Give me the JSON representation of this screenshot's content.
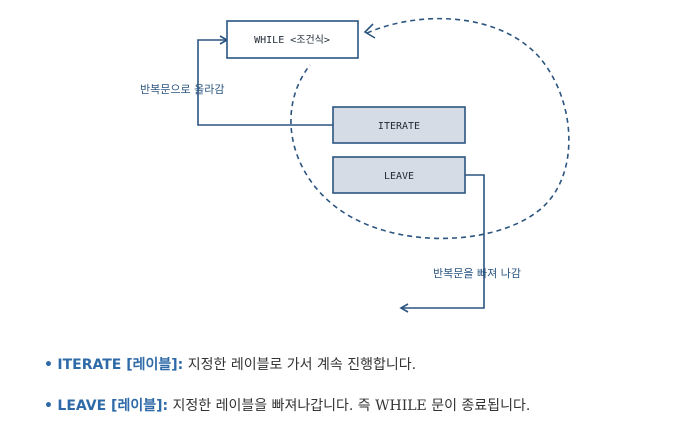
{
  "diagram": {
    "while_box": "WHILE <조건식>",
    "iterate_box": "ITERATE",
    "leave_box": "LEAVE",
    "loop_back_label": "반복문으로 올라감",
    "exit_label": "반복문을 빠져 나감",
    "colors": {
      "stroke": "#2b5580",
      "box_fill": "#d6dce5",
      "while_fill": "#ffffff"
    }
  },
  "notes": [
    {
      "bullet": "•",
      "term": "ITERATE [레이블]:",
      "desc": "지정한 레이블로 가서 계속 진행합니다."
    },
    {
      "bullet": "•",
      "term": "LEAVE [레이블]:",
      "desc": "지정한 레이블을 빠져나갑니다. 즉 WHILE 문이 종료됩니다."
    }
  ]
}
